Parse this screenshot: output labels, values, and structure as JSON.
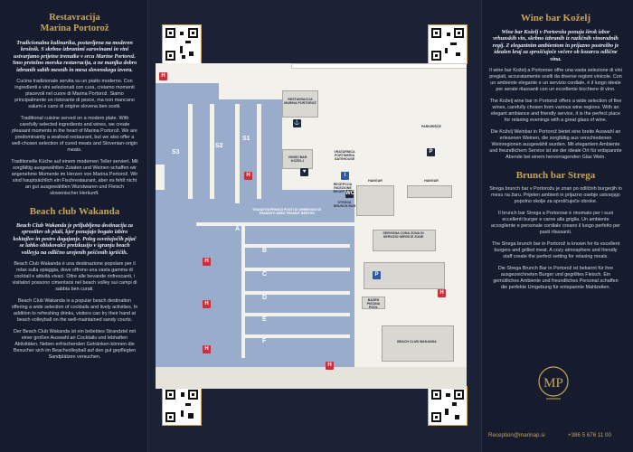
{
  "left": {
    "restaurant": {
      "title_line1": "Restavracija",
      "title_line2": "Marina Portorož",
      "slo": "Tradicionalna kulinarika, postavljena na moderen krožnik. S skrbno izbranimi surovinami in vini ustvarjamo prijetne trenutke v srcu Marine Portorož. Smo pretežno morska restavracija, a ne manjka dobro izbranih sabih mesnih in mesa slovenskega izvora.",
      "it": "Cucina tradizionale servita su un piatto moderno. Con ingredienti e vini selezionati con cura, creiamo momenti piacevoli nel cuore di Marina Portorož. Siamo principalmente un ristorante di pesce, ma non mancano salumi e carni di origine slovena ben scelti.",
      "en": "Traditional cuisine served on a modern plate. With carefully selected ingredients and wines, we create pleasant moments in the heart of Marina Portorož. We are predominantly a seafood restaurant, but we also offer a well-chosen selection of cured meats and Slovenian-origin meats.",
      "de": "Traditionelle Küche auf einem modernen Teller serviert. Mit sorgfältig ausgewählten Zutaten und Weinen schaffen wir angenehme Momente im Herzen von Marina Portorož. Wir sind hauptsächlich ein Fischrestaurant, aber es fehlt nicht an gut ausgewählten Wurstwaren und Fleisch slowenischer Herkunft."
    },
    "beach": {
      "title": "Beach club Wakanda",
      "slo": "Beach Club Wakanda je priljubljena destinacija za sprostitev ob plaži, kjer ponujajo bogato izbiro koktajlov in pestro dogajanje. Poleg osvežujočih pijač se lahko obiskovalci preizkusijo v igranju beach volleyja na odlično urejenih peščenih igriščih.",
      "it": "Beach Club Wakanda è una destinazione popolare per il relax sulla spiaggia, dove offrono una vasta gamma di cocktail e attività vivaci. Oltre alle bevande rinfrescanti, i visitatori possono cimentarsi nel beach volley sui campi di sabbia ben curati.",
      "en": "Beach Club Wakanda is a popular beach destination offering a wide selection of cocktails and lively activities. In addition to refreshing drinks, visitors can try their hand at beach volleyball on the well-maintained sandy courts.",
      "de": "Der Beach Club Wakanda ist ein beliebtes Strandziel mit einer großen Auswahl an Cocktails und lebhaften Aktivitäten. Neben erfrischenden Getränken können die Besucher sich im Beachvolleyball auf den gut gepflegten Sandplätzen versuchen."
    }
  },
  "right": {
    "wine": {
      "title": "Wine bar Koželj",
      "slo": "Wine bar Koželj v Portorožu ponuja širok izbor vrhunskih vin, skrbno izbranih iz različnih vinorodnih regij. Z elegantnim ambientom in prijazno postrežbo je idealen kraj za sproščujoče večere ob kozarcu odlične vina.",
      "it": "Il wine bar Koželj a Portorose offre una vasta selezione di vini pregiati, accuratamente scelti da diverse regioni vinicole. Con un ambiente elegante e un servizio cordiale, è il luogo ideale per serate rilassanti con un eccellente bicchiere di vino.",
      "en": "The Koželj wine bar in Portorož offers a wide selection of fine wines, carefully chosen from various wine regions. With an elegant ambiance and friendly service, it is the perfect place for relaxing evenings with a great glass of wine.",
      "de": "Die Koželj Weinbar in Portorož bietet eine breite Auswahl an erlesenen Weinen, die sorgfältig aus verschiedenen Weinregionen ausgewählt wurden. Mit elegantem Ambiente und freundlichem Service ist sie der ideale Ort für entspannte Abende bei einem hervorragenden Glas Wein."
    },
    "brunch": {
      "title": "Brunch bar Strega",
      "slo": "Strega brunch bar v Portorožu je znan po odličnih burgerjih in mesu na žaru. Prijeten ambient in prijazno osebje ustvarjajo popolno okolje za sproščujoče obroke.",
      "it": "Il brunch bar Strega a Portorose è rinomato per i suoi eccellenti burger e carne alla griglia. Un ambiente accogliente e personale cordiale creano il luogo perfetto per pasti rilassanti.",
      "en": "The Strega brunch bar in Portorož is known for its excellent burgers and grilled meat. A cozy atmosphere and friendly staff create the perfect setting for relaxing meals.",
      "de": "Die Strega Brunch Bar in Portorož ist bekannt für ihre ausgezeichneten Burger und gegrilltes Fleisch. Ein gemütliches Ambiente und freundliches Personal schaffen die perfekte Umgebung für entspannte Mahlzeiten."
    },
    "email": "Reception@marinap.si",
    "phone": "+386 5 676 11 00"
  },
  "map": {
    "docks": [
      "S3",
      "S2",
      "S1",
      "A",
      "B",
      "C",
      "D",
      "E",
      "F"
    ],
    "labels": {
      "hangar1": "HANGAR",
      "hangar2": "HANGAR",
      "reception": "RECEPCIJA RICEZIONE RECEPTION",
      "gatehouse": "VRATARNICA PORTINERIA GATEHOUSE",
      "service": "SERVISNA CONA ZONA DI SERVIZIO SERVICE ZONE",
      "pool": "BAZEN PISCINA POOL",
      "transit": "TRANZITNI PRIVEZI POSTI DI ORMEGGIO DI TRANSITO AREA TRANSIT BERTHS",
      "kozelj": "VINSKI BAR KOŽELJ",
      "restaurant": "RESTAVRACIJA MARINA PORTOROŽ",
      "strega": "STREGA BRUNCH BAR",
      "wakanda": "BEACH CLUB WAKANDA",
      "parking": "PARKIRIŠČE"
    }
  },
  "colors": {
    "gold": "#c8a45a",
    "navy": "#161c2e",
    "water": "#9aaccc",
    "red": "#c8313c"
  }
}
